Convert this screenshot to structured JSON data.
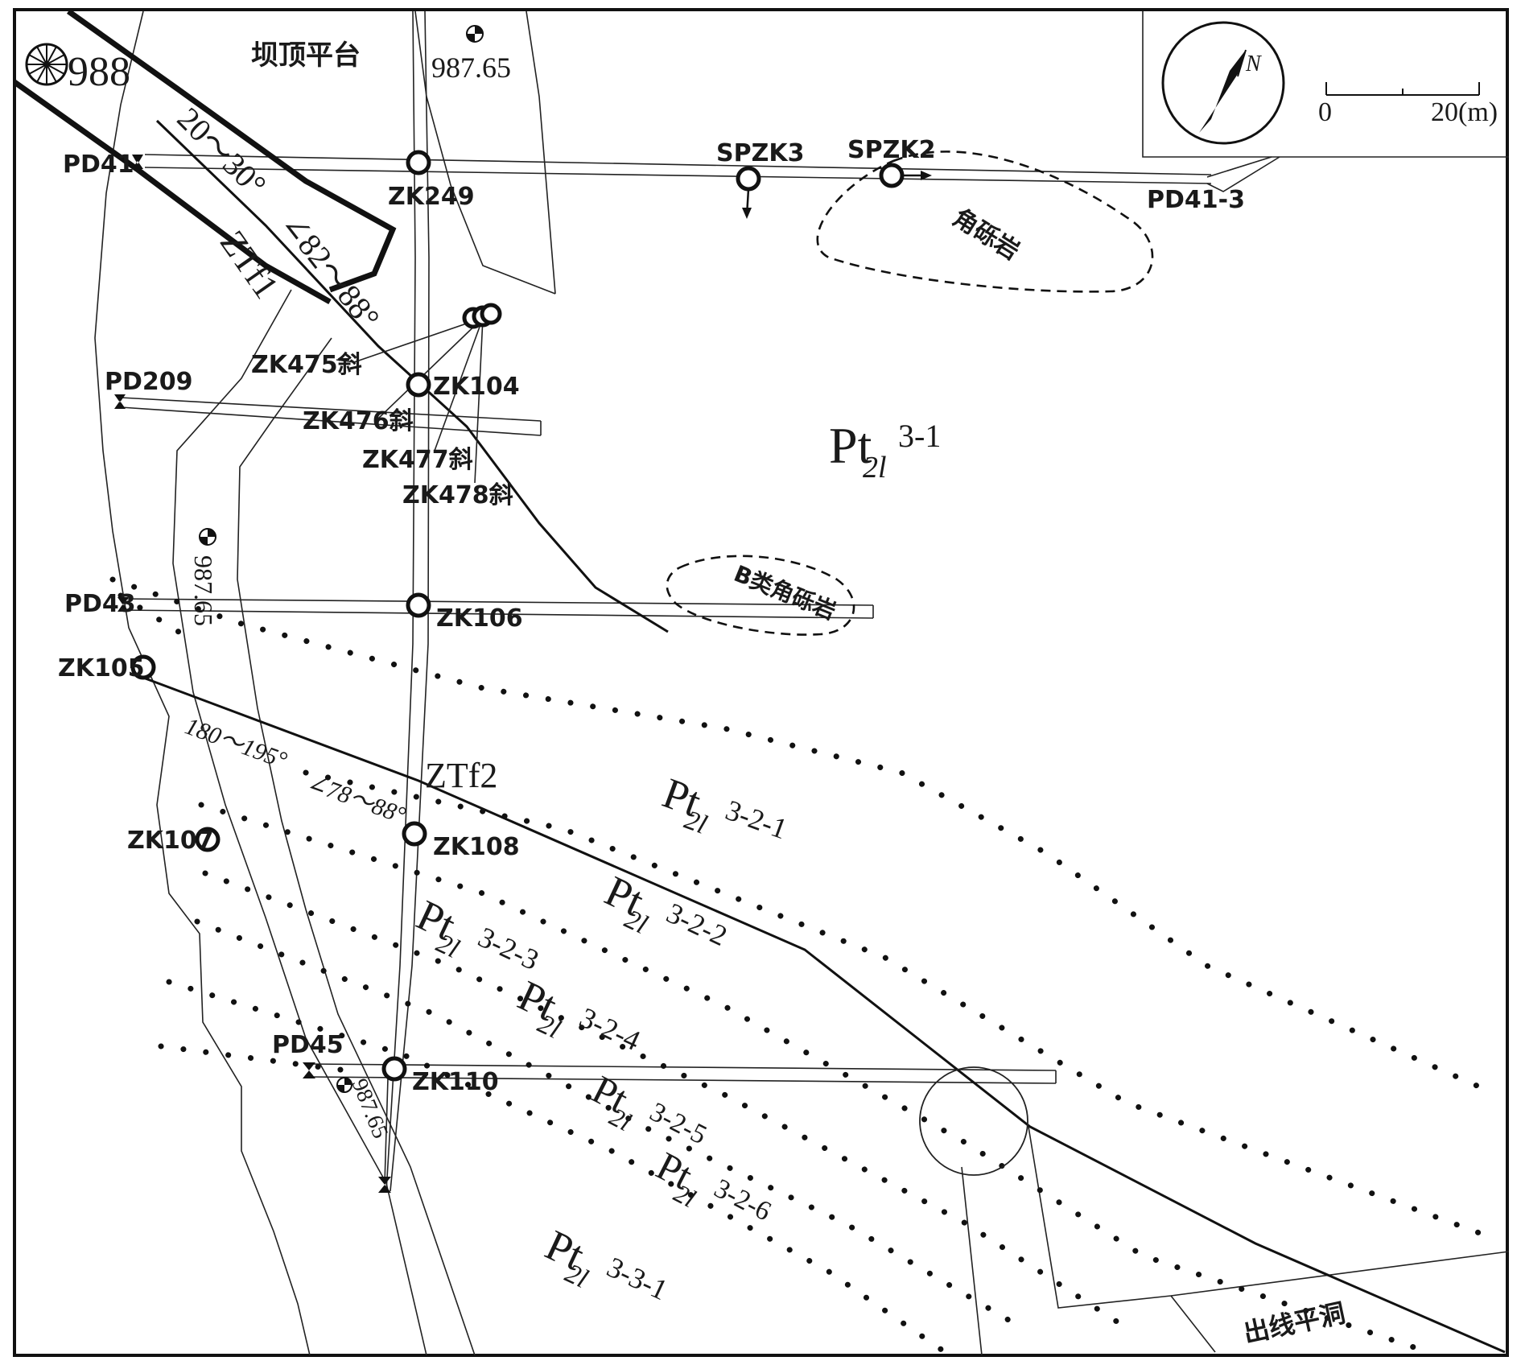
{
  "map_labels": {
    "dam_top_platform": "坝顶平台",
    "contour_988": "988",
    "elevation_top": "987.65",
    "elevation_left": "987.65",
    "elevation_bottom": "987.65",
    "scale_zero": "0",
    "scale_end": "20(m)",
    "north": "N",
    "breccia": "角砾岩",
    "breccia_b": "B类角砾岩",
    "exit_adit": "出线平洞"
  },
  "adits": {
    "pd41": "PD41",
    "pd41_3": "PD41-3",
    "pd209": "PD209",
    "pd43": "PD43",
    "pd45": "PD45"
  },
  "boreholes": {
    "zk249": "ZK249",
    "spzk3": "SPZK3",
    "spzk2": "SPZK2",
    "zk104": "ZK104",
    "zk475": "ZK475斜",
    "zk476": "ZK476斜",
    "zk477": "ZK477斜",
    "zk478": "ZK478斜",
    "zk106": "ZK106",
    "zk105": "ZK105",
    "zk107": "ZK107",
    "zk108": "ZK108",
    "zk110": "ZK110"
  },
  "faults": {
    "ztf1": {
      "name": "ZTf1",
      "strike": "20～30°",
      "dip": "∠82～88°"
    },
    "ztf2": {
      "name": "ZTf2",
      "strike": "180～195°",
      "dip": "∠78～88°"
    }
  },
  "strata": [
    {
      "base": "Pt",
      "sub": "2l",
      "sup": "3-1"
    },
    {
      "base": "Pt",
      "sub": "2l",
      "sup": "3-2-1"
    },
    {
      "base": "Pt",
      "sub": "2l",
      "sup": "3-2-2"
    },
    {
      "base": "Pt",
      "sub": "2l",
      "sup": "3-2-3"
    },
    {
      "base": "Pt",
      "sub": "2l",
      "sup": "3-2-4"
    },
    {
      "base": "Pt",
      "sub": "2l",
      "sup": "3-2-5"
    },
    {
      "base": "Pt",
      "sub": "2l",
      "sup": "3-2-6"
    },
    {
      "base": "Pt",
      "sub": "2l",
      "sup": "3-3-1"
    }
  ]
}
